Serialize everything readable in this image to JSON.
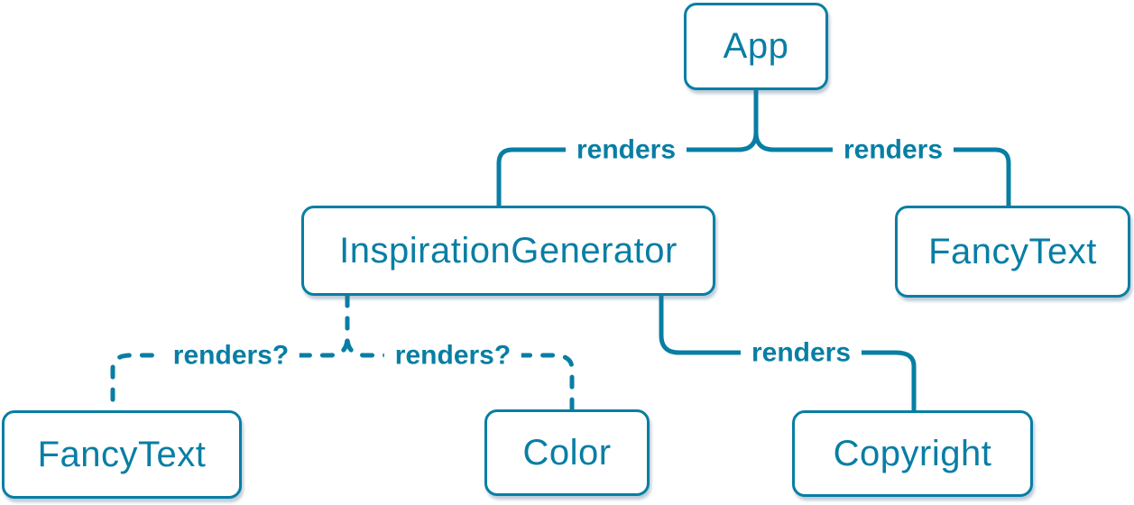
{
  "colors": {
    "accent": "#087ea4",
    "node_fill": "#ffffff",
    "background": "#ffffff"
  },
  "diagram": {
    "nodes": [
      {
        "id": "app",
        "label": "App"
      },
      {
        "id": "inspiration-generator",
        "label": "InspirationGenerator"
      },
      {
        "id": "fancy-text-top",
        "label": "FancyText"
      },
      {
        "id": "fancy-text-bottom",
        "label": "FancyText"
      },
      {
        "id": "color",
        "label": "Color"
      },
      {
        "id": "copyright",
        "label": "Copyright"
      }
    ],
    "edges": [
      {
        "from": "App",
        "to": "InspirationGenerator",
        "label": "renders",
        "style": "solid"
      },
      {
        "from": "App",
        "to": "FancyText",
        "label": "renders",
        "style": "solid"
      },
      {
        "from": "InspirationGenerator",
        "to": "FancyText",
        "label": "renders?",
        "style": "dashed"
      },
      {
        "from": "InspirationGenerator",
        "to": "Color",
        "label": "renders?",
        "style": "dashed"
      },
      {
        "from": "InspirationGenerator",
        "to": "Copyright",
        "label": "renders",
        "style": "solid"
      }
    ]
  }
}
